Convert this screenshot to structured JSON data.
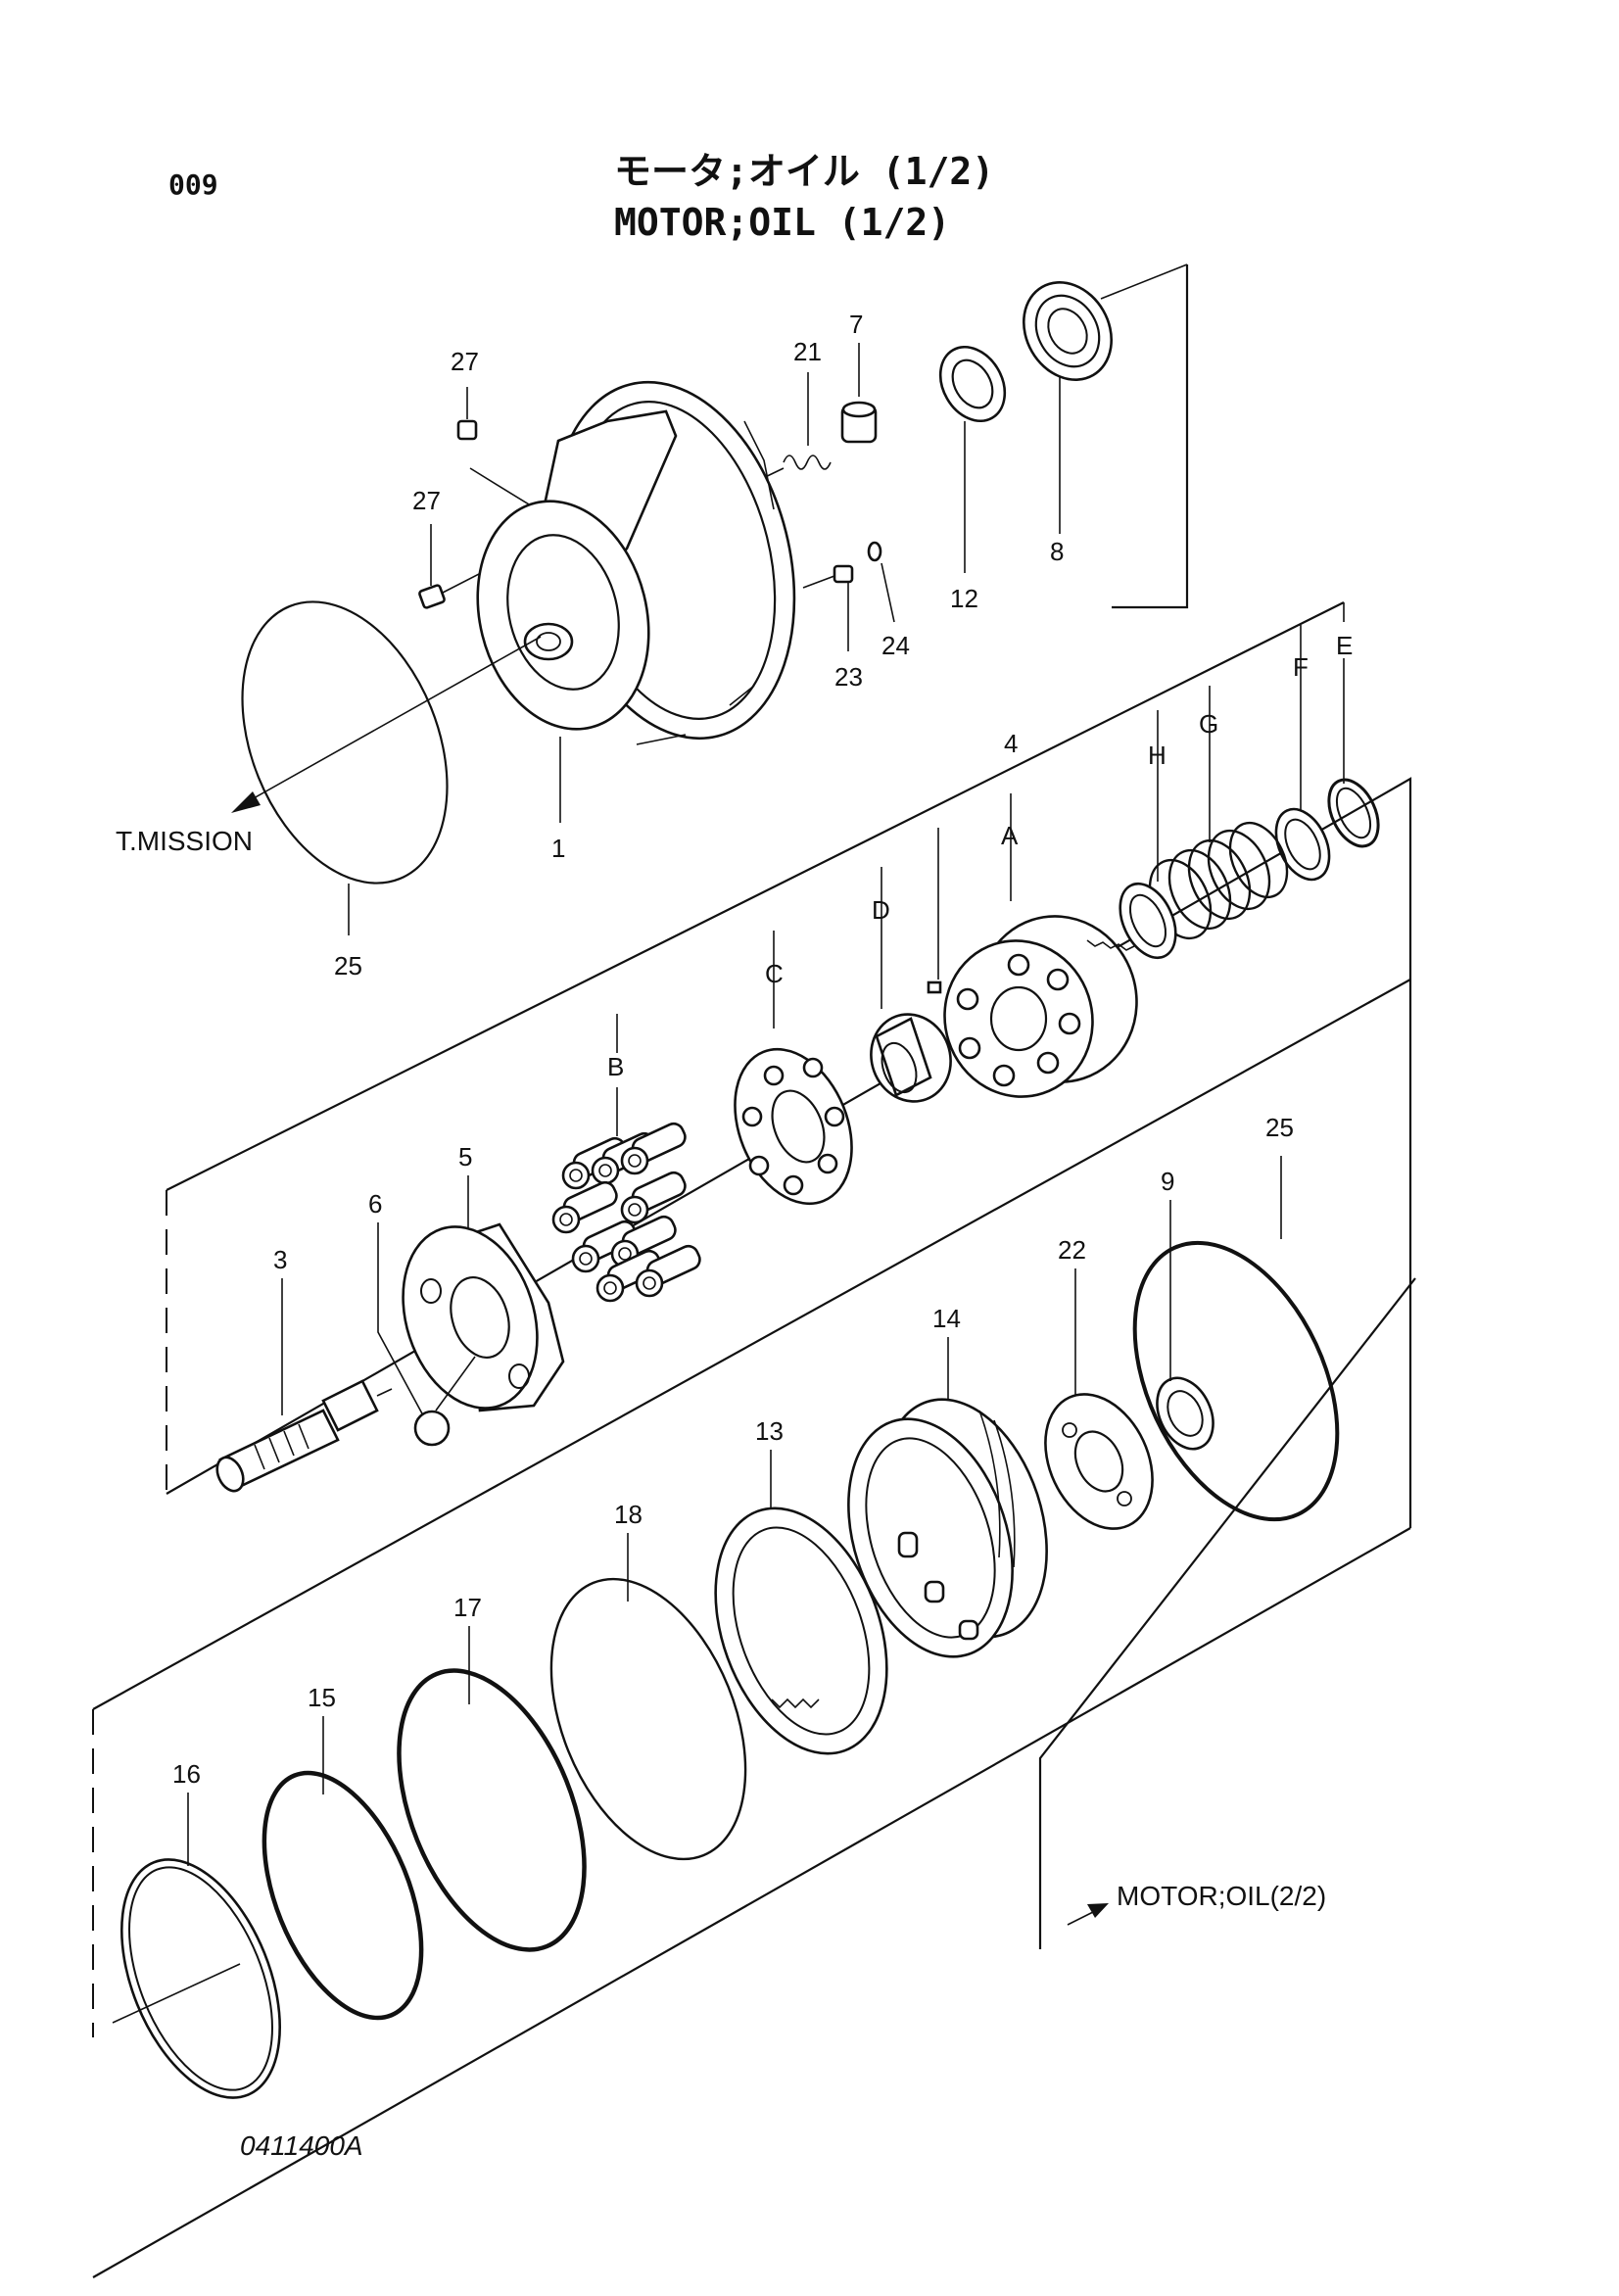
{
  "header": {
    "page_code": "009",
    "title_jp": "モータ;オイル (1/2)",
    "title_en": "MOTOR;OIL (1/2)"
  },
  "references": {
    "transmission": "T.MISSION",
    "continued": "MOTOR;OIL(2/2)"
  },
  "footer": {
    "drawing_number": "0411400A"
  },
  "callouts": {
    "p1": "1",
    "p3": "3",
    "p4": "4",
    "p5": "5",
    "p6": "6",
    "p7": "7",
    "p8": "8",
    "p9": "9",
    "p12": "12",
    "p13": "13",
    "p14": "14",
    "p15": "15",
    "p16": "16",
    "p17": "17",
    "p18": "18",
    "p21": "21",
    "p22": "22",
    "p23": "23",
    "p24": "24",
    "p25a": "25",
    "p25b": "25",
    "p27a": "27",
    "p27b": "27",
    "A": "A",
    "B": "B",
    "C": "C",
    "D": "D",
    "E": "E",
    "F": "F",
    "G": "G",
    "H": "H"
  }
}
